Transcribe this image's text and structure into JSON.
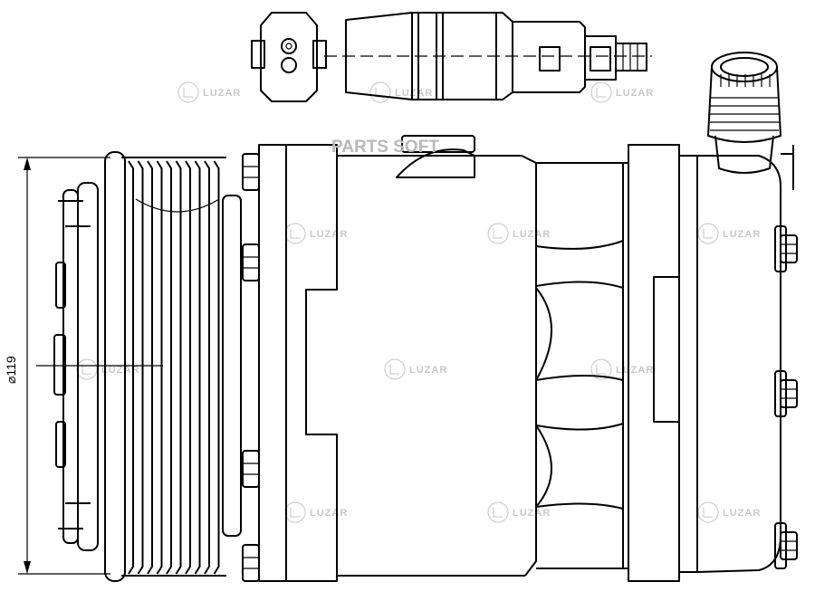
{
  "dimension_label": "⌀119",
  "overlay_brand": "PARTS SOFT",
  "watermark_brand": "LUZAR"
}
